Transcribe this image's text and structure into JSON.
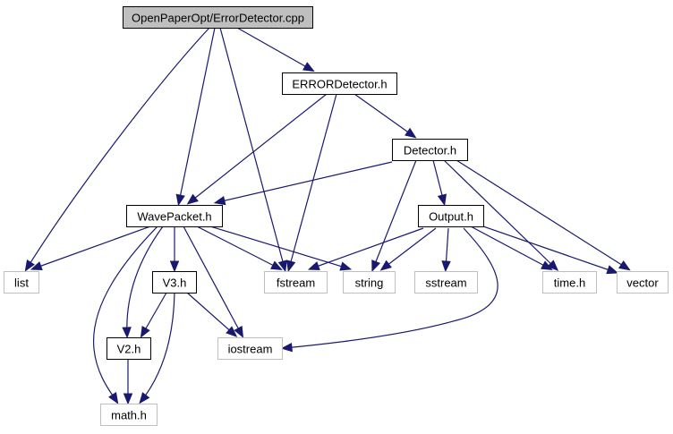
{
  "diagram": {
    "type": "include-dependency-graph",
    "colors": {
      "edge": "#191970",
      "root_fill": "#bfbfbf",
      "root_border": "#000000",
      "project_fill": "#ffffff",
      "project_border": "#000000",
      "external_fill": "#ffffff",
      "external_border": "#bfbfbf"
    },
    "nodes": [
      {
        "id": "root",
        "label": "OpenPaperOpt/ErrorDetector.cpp",
        "kind": "root"
      },
      {
        "id": "errordetector_h",
        "label": "ERRORDetector.h",
        "kind": "project"
      },
      {
        "id": "detector_h",
        "label": "Detector.h",
        "kind": "project"
      },
      {
        "id": "wavepacket_h",
        "label": "WavePacket.h",
        "kind": "project"
      },
      {
        "id": "output_h",
        "label": "Output.h",
        "kind": "project"
      },
      {
        "id": "v3_h",
        "label": "V3.h",
        "kind": "project"
      },
      {
        "id": "v2_h",
        "label": "V2.h",
        "kind": "project"
      },
      {
        "id": "list",
        "label": "list",
        "kind": "external"
      },
      {
        "id": "fstream",
        "label": "fstream",
        "kind": "external"
      },
      {
        "id": "string",
        "label": "string",
        "kind": "external"
      },
      {
        "id": "sstream",
        "label": "sstream",
        "kind": "external"
      },
      {
        "id": "time_h",
        "label": "time.h",
        "kind": "external"
      },
      {
        "id": "vector",
        "label": "vector",
        "kind": "external"
      },
      {
        "id": "iostream",
        "label": "iostream",
        "kind": "external"
      },
      {
        "id": "math_h",
        "label": "math.h",
        "kind": "external"
      }
    ],
    "edges": [
      {
        "from": "root",
        "to": "list"
      },
      {
        "from": "root",
        "to": "wavepacket_h"
      },
      {
        "from": "root",
        "to": "fstream"
      },
      {
        "from": "root",
        "to": "errordetector_h"
      },
      {
        "from": "errordetector_h",
        "to": "wavepacket_h"
      },
      {
        "from": "errordetector_h",
        "to": "fstream"
      },
      {
        "from": "errordetector_h",
        "to": "detector_h"
      },
      {
        "from": "detector_h",
        "to": "wavepacket_h"
      },
      {
        "from": "detector_h",
        "to": "string"
      },
      {
        "from": "detector_h",
        "to": "output_h"
      },
      {
        "from": "detector_h",
        "to": "time_h"
      },
      {
        "from": "detector_h",
        "to": "vector"
      },
      {
        "from": "wavepacket_h",
        "to": "list"
      },
      {
        "from": "wavepacket_h",
        "to": "math_h"
      },
      {
        "from": "wavepacket_h",
        "to": "v2_h"
      },
      {
        "from": "wavepacket_h",
        "to": "v3_h"
      },
      {
        "from": "wavepacket_h",
        "to": "iostream"
      },
      {
        "from": "wavepacket_h",
        "to": "fstream"
      },
      {
        "from": "wavepacket_h",
        "to": "string"
      },
      {
        "from": "output_h",
        "to": "fstream"
      },
      {
        "from": "output_h",
        "to": "string"
      },
      {
        "from": "output_h",
        "to": "sstream"
      },
      {
        "from": "output_h",
        "to": "iostream"
      },
      {
        "from": "output_h",
        "to": "time_h"
      },
      {
        "from": "output_h",
        "to": "vector"
      },
      {
        "from": "v3_h",
        "to": "v2_h"
      },
      {
        "from": "v3_h",
        "to": "math_h"
      },
      {
        "from": "v3_h",
        "to": "iostream"
      },
      {
        "from": "v2_h",
        "to": "math_h"
      }
    ]
  }
}
